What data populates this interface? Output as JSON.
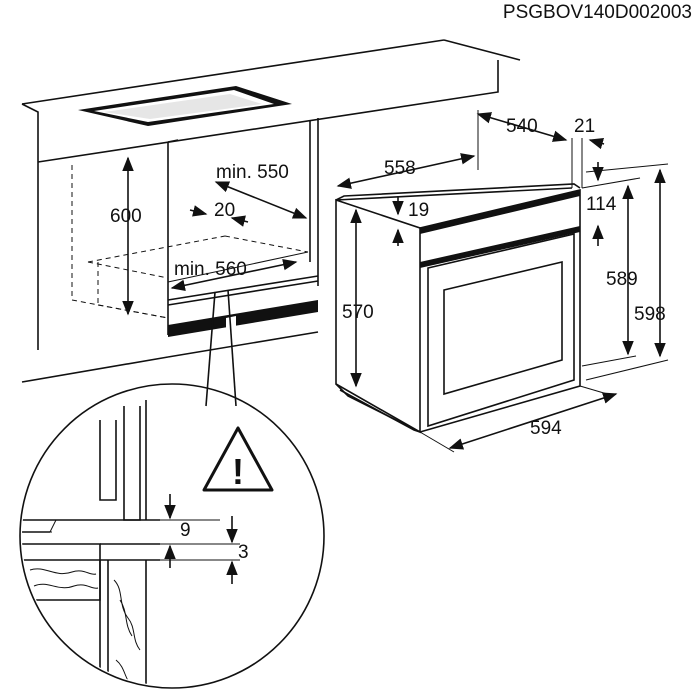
{
  "code": "PSGBOV140D002003",
  "dimensions": {
    "d540": "540",
    "d21": "21",
    "d558": "558",
    "d19": "19",
    "d114": "114",
    "d570": "570",
    "d589": "589",
    "d598": "598",
    "d594": "594",
    "d600": "600",
    "min550": "min. 550",
    "d20": "20",
    "min560": "min. 560",
    "d9": "9",
    "d3": "3"
  },
  "warning_symbol": "!"
}
